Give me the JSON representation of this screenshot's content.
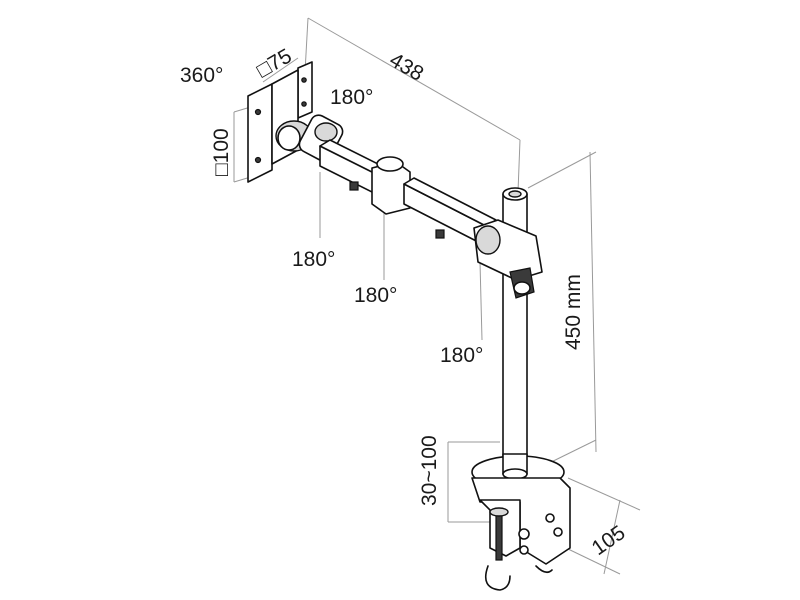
{
  "labels": {
    "rotate_360": "360°",
    "vesa_75": "□75",
    "vesa_100": "□100",
    "arm_length": "438",
    "tilt_head": "180°",
    "swivel_1": "180°",
    "swivel_2": "180°",
    "swivel_3": "180°",
    "pole_height": "450 mm",
    "clamp_range": "30~100",
    "clamp_depth": "105"
  }
}
